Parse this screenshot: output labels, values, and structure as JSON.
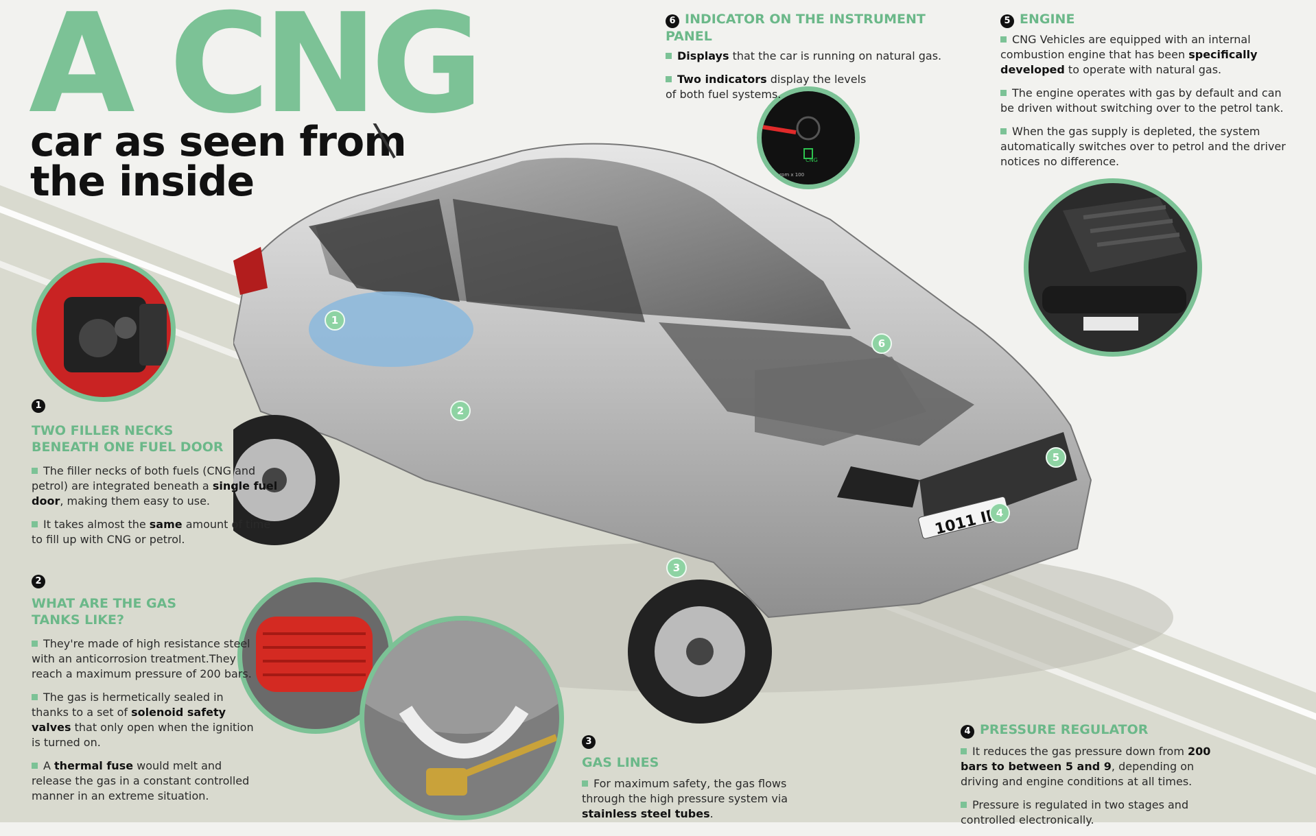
{
  "title": {
    "big": "A CNG",
    "sub_line1": "car as seen from",
    "sub_line2": "the inside"
  },
  "plate": "1011 IFR",
  "sections": {
    "s1": {
      "num": "1",
      "heading_l1": "TWO FILLER NECKS",
      "heading_l2": "BENEATH ONE FUEL DOOR",
      "p1_a": "The filler necks of both fuels (CNG and petrol) are integrated beneath a ",
      "p1_b": "single fuel door",
      "p1_c": ", making them easy to use.",
      "p2_a": "It takes almost the ",
      "p2_b": "same",
      "p2_c": " amount of time to fill up with CNG or petrol."
    },
    "s2": {
      "num": "2",
      "heading_l1": "WHAT ARE THE GAS",
      "heading_l2": "TANKS LIKE?",
      "p1": "They're made of high resistance steel with an anticorrosion treatment.They reach a maximum pressure of 200 bars.",
      "p2_a": "The gas is hermetically sealed in thanks to a set of ",
      "p2_b": "solenoid safety valves",
      "p2_c": " that only open when the ignition is turned on.",
      "p3_a": "A ",
      "p3_b": "thermal fuse",
      "p3_c": " would melt and release the gas in a constant controlled manner in an extreme situation."
    },
    "s3": {
      "num": "3",
      "heading": "GAS LINES",
      "p1_a": "For maximum safety, the gas flows through the high pressure system via ",
      "p1_b": "stainless steel tubes",
      "p1_c": "."
    },
    "s4": {
      "num": "4",
      "heading": "PRESSURE REGULATOR",
      "p1_a": "It reduces the gas pressure down from ",
      "p1_b": "200 bars to between 5 and 9",
      "p1_c": ", depending on driving and engine conditions at all times.",
      "p2": "Pressure is regulated in two stages and controlled electronically."
    },
    "s5": {
      "num": "5",
      "heading": "ENGINE",
      "p1_a": "CNG Vehicles are equipped with an internal combustion engine that has been ",
      "p1_b": "specifically developed",
      "p1_c": " to operate with natural gas.",
      "p2": "The engine operates with gas by default and can be driven without switching over to the petrol tank.",
      "p3": "When the gas supply is depleted, the system automatically switches over to petrol and the driver notices no difference."
    },
    "s6": {
      "num": "6",
      "heading": "INDICATOR ON THE INSTRUMENT PANEL",
      "p1_a": "Displays",
      "p1_b": " that the car is running on natural gas.",
      "p2_a": "Two indicators",
      "p2_b": " display the levels of both fuel systems."
    }
  },
  "gauge": {
    "label": "CNG",
    "scale": "rpm x 100"
  },
  "badges": [
    "1",
    "2",
    "3",
    "4",
    "5",
    "6"
  ],
  "colors": {
    "accent": "#7cc296",
    "accent_text": "#6bb889",
    "road": "#d8d9cd",
    "body": "#111111"
  }
}
